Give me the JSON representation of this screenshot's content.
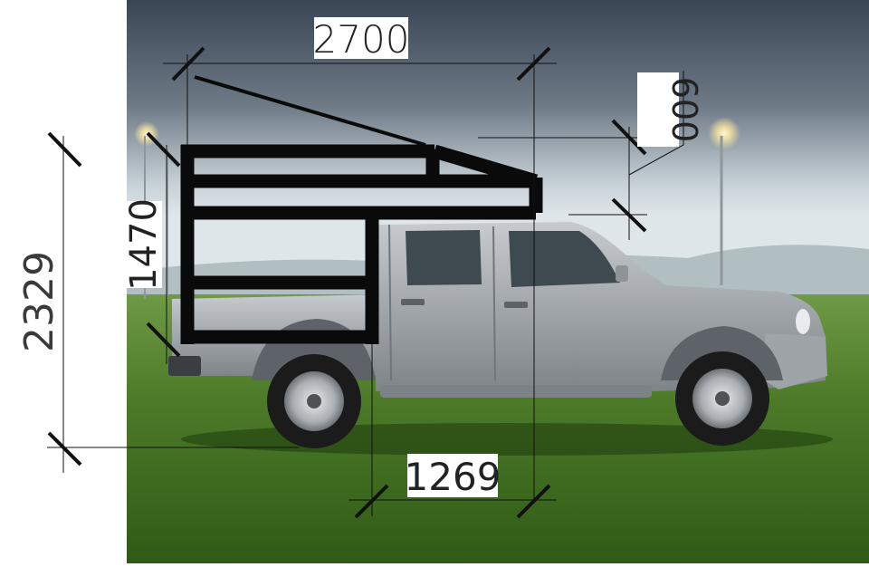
{
  "dimensions": {
    "top_width": "2700",
    "rear_height": "600",
    "total_height": "2329",
    "frame_height": "1470",
    "bottom_length": "1269"
  },
  "colors": {
    "sky_top": "#3d4a58",
    "sky_horizon": "#c9d3d9",
    "grass": "#4f7d2b",
    "truck_body": "#a7abb0",
    "frame": "#0a0a0a",
    "dimension_line": "#111111"
  },
  "icons": {
    "truck": "pickup-truck-illustration",
    "lights": "stadium-light-icon"
  }
}
